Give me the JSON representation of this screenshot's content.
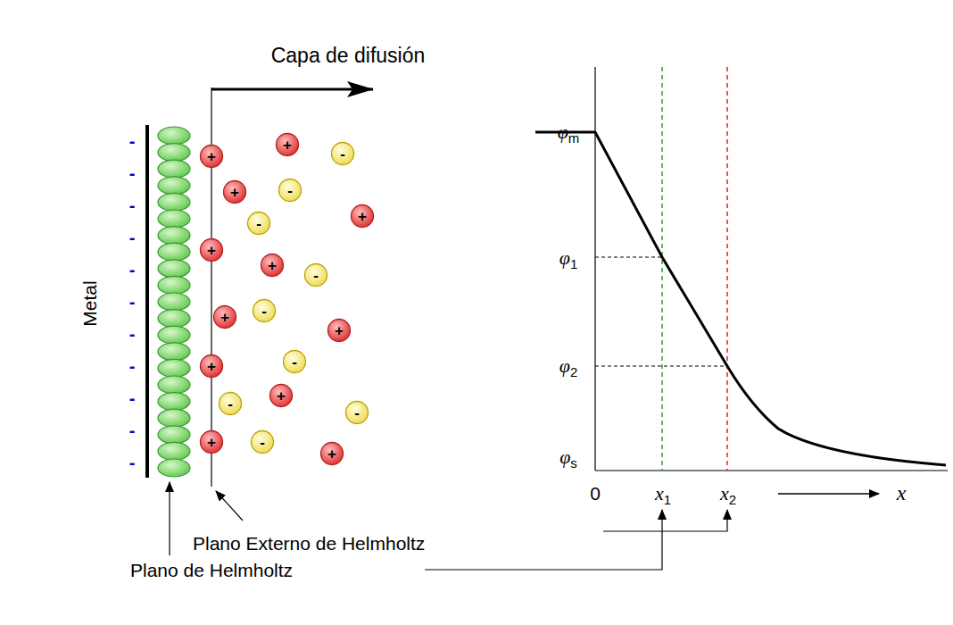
{
  "diagram": {
    "nodes": [
      {
        "text": [
          "+"
        ]
      },
      {
        "text": [
          "+"
        ]
      },
      {
        "text": [
          "-"
        ]
      },
      {
        "text": [
          "+"
        ]
      },
      {
        "text": [
          "-"
        ]
      },
      {
        "text": [
          "+"
        ]
      },
      {
        "text": [
          "-"
        ]
      },
      {
        "text": [
          "+"
        ]
      },
      {
        "text": [
          "+"
        ]
      },
      {
        "text": [
          "-"
        ]
      },
      {
        "text": [
          "+"
        ]
      },
      {
        "text": [
          "-"
        ]
      },
      {
        "text": [
          "+"
        ]
      },
      {
        "text": [
          "-"
        ]
      },
      {
        "text": [
          "+"
        ]
      },
      {
        "text": [
          "+"
        ]
      },
      {
        "text": [
          "-"
        ]
      },
      {
        "text": [
          "-"
        ]
      },
      {
        "text": [
          "+"
        ]
      },
      {
        "text": [
          "-"
        ]
      },
      {
        "text": [
          "+"
        ]
      }
    ],
    "labels": [
      "Capa de difusión",
      "Metal",
      "-",
      "-",
      "-",
      "-",
      "-",
      "-",
      "-",
      "-",
      "-",
      "-",
      "-",
      "φm",
      "φ1",
      "φ2",
      "φs",
      "0",
      "x1",
      "x2",
      "x",
      "Plano Externo de Helmholtz",
      "Plano de Helmholtz"
    ]
  }
}
